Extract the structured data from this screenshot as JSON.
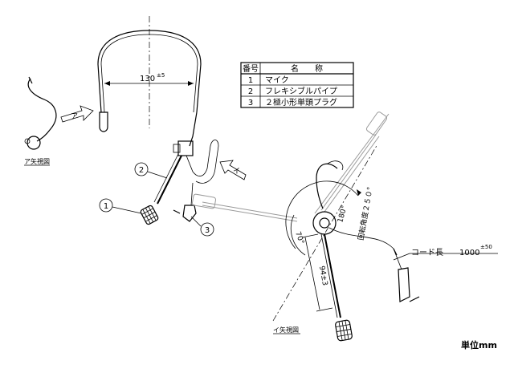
{
  "table": {
    "header": {
      "no": "番号",
      "name": "名　　称"
    },
    "rows": [
      {
        "no": "1",
        "name": "マイク"
      },
      {
        "no": "2",
        "name": "フレキシブルパイプ"
      },
      {
        "no": "3",
        "name": "２極小形単頭プラグ"
      }
    ]
  },
  "labels": {
    "view_a_caption": "ア矢視図",
    "view_i_caption": "イ矢視図",
    "arrow_a": "ア",
    "arrow_i": "イ",
    "dim_width": "130",
    "dim_width_tol": "±5",
    "dim_pipe": "94±3",
    "dim_pipe_angle": "70°",
    "dim_angle_180": "180°",
    "rotation_label": "回転角度２５０°",
    "cord_label": "コード長",
    "cord_value": "1000",
    "cord_tol": "±50",
    "unit": "単位mm"
  },
  "callouts": [
    "1",
    "2",
    "3"
  ]
}
